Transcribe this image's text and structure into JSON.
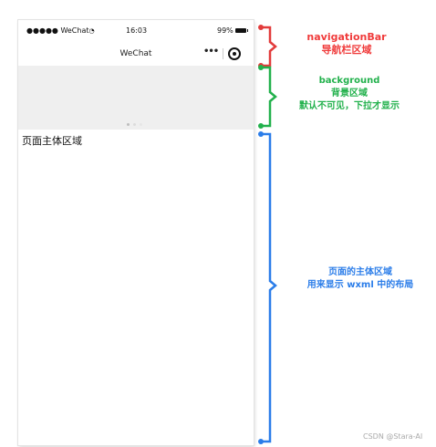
{
  "phone": {
    "status": {
      "carrier": "●●●●● WeChat",
      "wifi_icon": "wifi-icon",
      "time": "16:03",
      "battery": "99%"
    },
    "navbar": {
      "title": "WeChat",
      "more": "•••",
      "close_icon": "target-icon"
    },
    "background_dots": {
      "active": "#bdbdbd",
      "inactive": "#dcdcdc"
    },
    "main_label": "页面主体区域"
  },
  "annotations": {
    "navigation": {
      "title": "navigationBar",
      "subtitle": "导航栏区域",
      "color": "#f03b3b"
    },
    "background": {
      "title": "background",
      "line2": "背景区域",
      "line3": "默认不可见，下拉才显示",
      "color": "#22b14c"
    },
    "main": {
      "line1": "页面的主体区域",
      "line2": "用来显示 wxml 中的布局",
      "color": "#2b7de9"
    }
  },
  "watermark": "CSDN @Stara-AI"
}
